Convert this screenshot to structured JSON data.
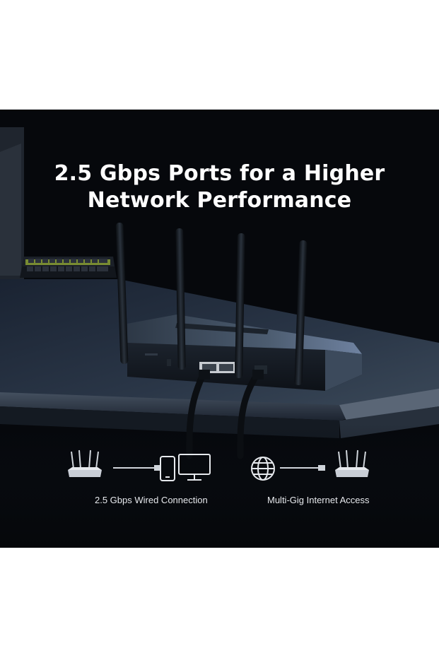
{
  "headline": {
    "line1": "2.5 Gbps Ports for a Higher",
    "line2": "Network Performance"
  },
  "features": [
    {
      "label": "2.5 Gbps Wired Connection",
      "icons": [
        "router-icon",
        "phone-icon",
        "monitor-icon"
      ]
    },
    {
      "label": "Multi-Gig Internet Access",
      "icons": [
        "globe-icon",
        "router-icon"
      ]
    }
  ],
  "colors": {
    "background": "#06080c",
    "router_body": "#3a4656",
    "text": "#ffffff",
    "keyboard_accent": "#c6e63a"
  }
}
